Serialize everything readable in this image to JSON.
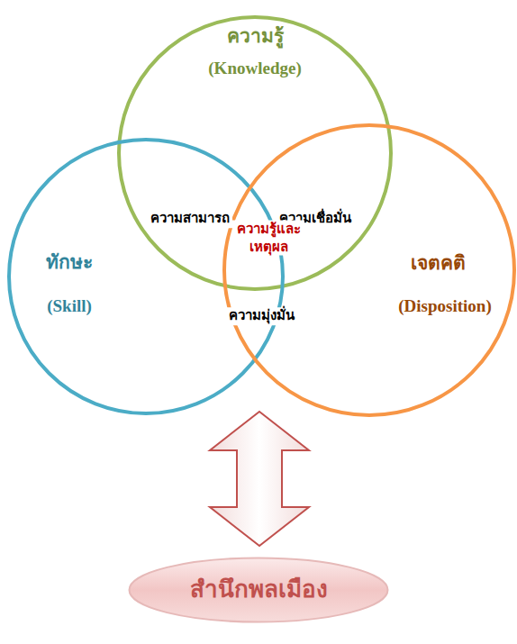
{
  "diagram": {
    "nodes": [
      {
        "text": [
          "ความรู้",
          "(Knowledge)"
        ]
      },
      {
        "text": [
          "ทักษะ",
          "(Skill)"
        ]
      },
      {
        "text": [
          "เจตคติ",
          "(Disposition)"
        ]
      },
      {
        "text": [
          "สำนึกพลเมือง"
        ]
      }
    ],
    "labels": [
      "ความสามารถ",
      "ความเชื่อมั่น",
      "ความรู้และ เหตุผล",
      "ความมุ่งมั่น"
    ]
  }
}
